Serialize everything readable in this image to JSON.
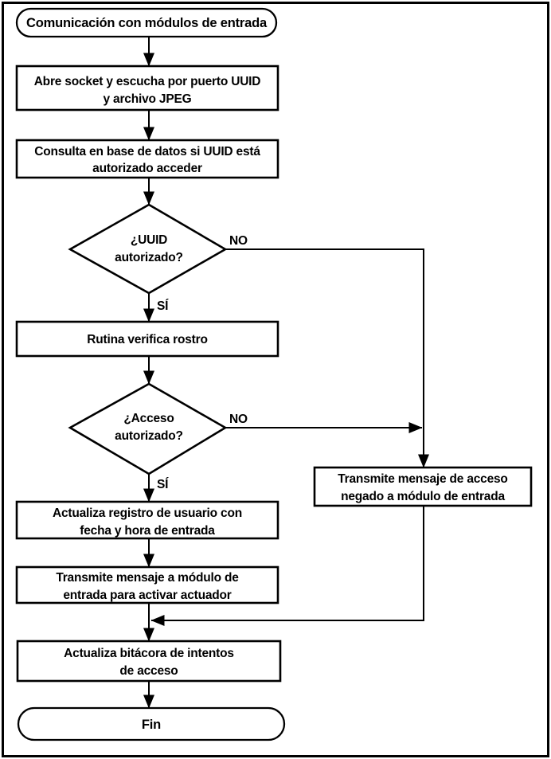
{
  "diagram": {
    "kind": "flowchart",
    "nodes": {
      "start": {
        "type": "terminator",
        "label": "Comunicación con módulos de entrada"
      },
      "open_socket": {
        "type": "process",
        "lines": [
          "Abre socket y escucha por puerto UUID",
          "y archivo JPEG"
        ]
      },
      "query_db": {
        "type": "process",
        "lines": [
          "Consulta en base de datos si UUID está",
          "autorizado acceder"
        ]
      },
      "uuid_decision": {
        "type": "decision",
        "lines": [
          "¿UUID",
          "autorizado?"
        ]
      },
      "verify_face": {
        "type": "process",
        "label": "Rutina verifica rostro"
      },
      "access_decision": {
        "type": "decision",
        "lines": [
          "¿Acceso",
          "autorizado?"
        ]
      },
      "denied_message": {
        "type": "process",
        "lines": [
          "Transmite mensaje de acceso",
          "negado a módulo de entrada"
        ]
      },
      "update_user_record": {
        "type": "process",
        "lines": [
          "Actualiza registro de usuario con",
          "fecha y hora de entrada"
        ]
      },
      "activate_actuator": {
        "type": "process",
        "lines": [
          "Transmite mensaje a módulo de",
          "entrada para activar actuador"
        ]
      },
      "update_log": {
        "type": "process",
        "lines": [
          "Actualiza bitácora de intentos",
          "de acceso"
        ]
      },
      "end": {
        "type": "terminator",
        "label": "Fin"
      }
    },
    "edge_labels": {
      "uuid_no": "NO",
      "uuid_yes": "SÍ",
      "access_no": "NO",
      "access_yes": "SÍ"
    },
    "colors": {
      "stroke": "#000000",
      "text": "#000000",
      "background": "#ffffff"
    }
  }
}
